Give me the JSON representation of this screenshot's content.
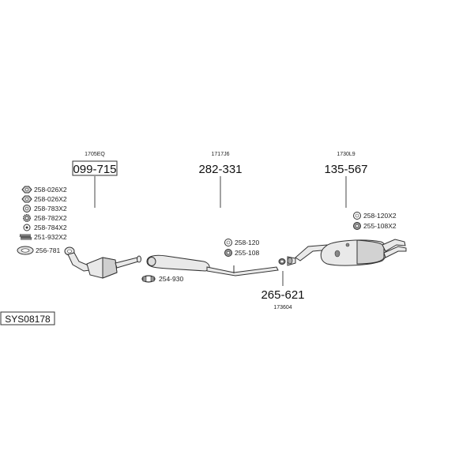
{
  "system_code": "SYS08178",
  "assemblies": [
    {
      "ref": "1705EQ",
      "part": "099-715",
      "boxed": true
    },
    {
      "ref": "1717J6",
      "part": "282-331",
      "boxed": false
    },
    {
      "ref": "1730L9",
      "part": "135-567",
      "boxed": false
    },
    {
      "ref": "173604",
      "part": "265-621",
      "boxed": false
    }
  ],
  "left_hardware": [
    {
      "label": "258-026X2",
      "icon": "hex-nut-icon"
    },
    {
      "label": "258-026X2",
      "icon": "hex-nut-icon"
    },
    {
      "label": "258-783X2",
      "icon": "lock-washer-icon"
    },
    {
      "label": "258-782X2",
      "icon": "serrated-washer-icon"
    },
    {
      "label": "258-784X2",
      "icon": "flat-washer-icon"
    },
    {
      "label": "251-932X2",
      "icon": "spring-icon"
    },
    {
      "label": "256-781",
      "icon": "gasket-ring-icon"
    }
  ],
  "center_hardware": [
    {
      "label": "258-120",
      "icon": "ring-icon"
    },
    {
      "label": "255-108",
      "icon": "rubber-hanger-icon"
    },
    {
      "label": "254-930",
      "icon": "clamp-icon"
    }
  ],
  "right_hardware": [
    {
      "label": "258-120X2",
      "icon": "ring-icon"
    },
    {
      "label": "255-108X2",
      "icon": "rubber-hanger-icon"
    }
  ]
}
